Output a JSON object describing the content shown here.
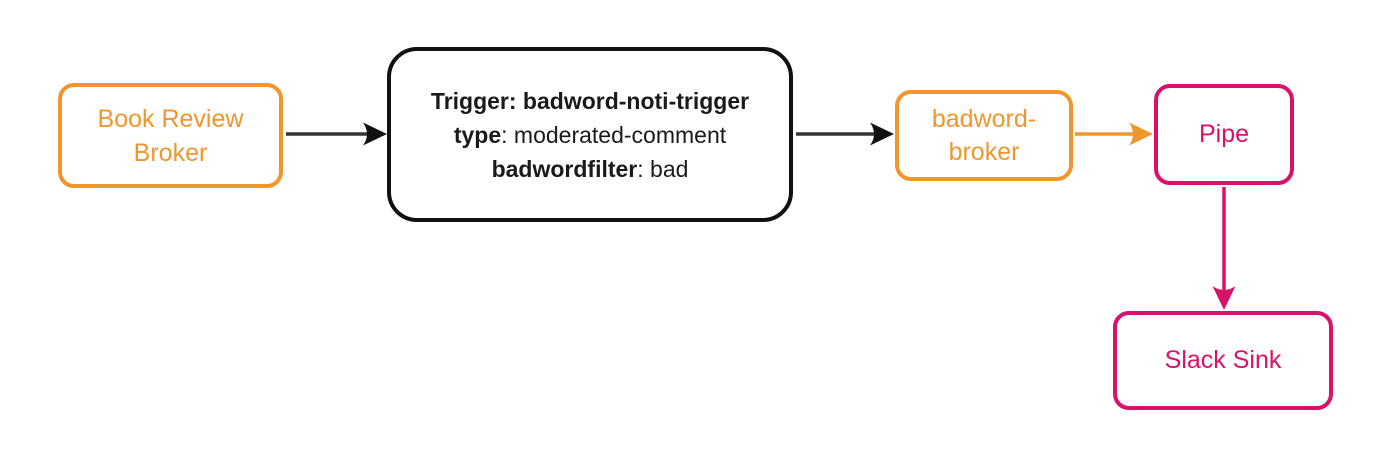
{
  "diagram": {
    "title": "event-flow-diagram",
    "background": "#FFFFFF",
    "colors": {
      "orange": "#F0962D",
      "pink": "#D8116B",
      "black": "#111111",
      "arrow_gray": "#333333"
    },
    "nodes": {
      "book_review_broker": {
        "label": "Book Review Broker",
        "color": "#F0962D"
      },
      "trigger": {
        "color": "#111111",
        "lines": [
          {
            "bold": "Trigger: badword-noti-trigger",
            "rest": ""
          },
          {
            "bold": "type",
            "rest": ": moderated-comment"
          },
          {
            "bold": "badwordfilter",
            "rest": ": bad"
          }
        ]
      },
      "badword_broker": {
        "label": "badword-broker",
        "color": "#F0962D"
      },
      "pipe": {
        "label": "Pipe",
        "color": "#D8116B"
      },
      "slack_sink": {
        "label": "Slack Sink",
        "color": "#D8116B"
      }
    },
    "edges": [
      {
        "from": "book-review-broker",
        "to": "trigger",
        "shaft_color": "#333333",
        "head_color": "#111111"
      },
      {
        "from": "trigger",
        "to": "badword-broker",
        "shaft_color": "#333333",
        "head_color": "#111111"
      },
      {
        "from": "badword-broker",
        "to": "pipe",
        "shaft_color": "#F0962D",
        "head_color": "#F0962D"
      },
      {
        "from": "pipe",
        "to": "slack-sink",
        "shaft_color": "#D8116B",
        "head_color": "#D8116B"
      }
    ]
  }
}
